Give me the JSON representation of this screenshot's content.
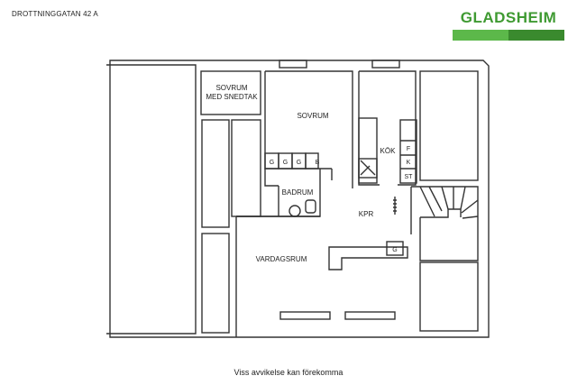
{
  "header": {
    "address": "DROTTNINGGATAN 42 A",
    "brand": "GLADSHEIM"
  },
  "colors": {
    "brand_green": "#3f9a32",
    "bar_light": "#5cb84a",
    "bar_dark": "#3a8a2e",
    "wall": "#333333"
  },
  "rooms": {
    "sovrum_snedtak_1": "SOVRUM",
    "sovrum_snedtak_2": "MED SNEDTAK",
    "sovrum": "SOVRUM",
    "kok": "KÖK",
    "badrum": "BADRUM",
    "kpr": "KPR",
    "vardagsrum": "VARDAGSRUM"
  },
  "fixtures": {
    "wardrobe_1": "G",
    "wardrobe_2": "G",
    "wardrobe_3": "G",
    "bath_b": "B",
    "fridge": "F",
    "kitchen_k": "K",
    "kitchen_st": "ST",
    "hall_g": "G"
  },
  "footer": {
    "note": "Viss avvikelse kan förekomma"
  }
}
